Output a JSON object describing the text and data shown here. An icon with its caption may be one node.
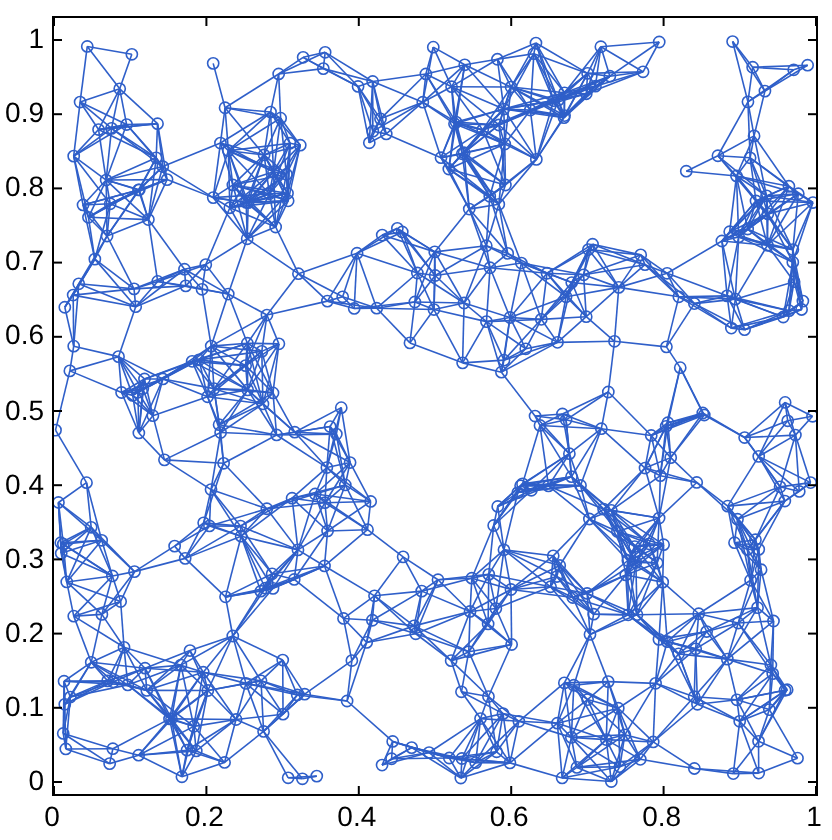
{
  "diagram": {
    "labels": [
      "1",
      "0.9",
      "0.8",
      "0.7",
      "0.6",
      "0.5",
      "0.4",
      "0.3",
      "0.2",
      "0.1",
      "0",
      "0",
      "0.2",
      "0.4",
      "0.6",
      "0.8",
      "1"
    ]
  }
}
